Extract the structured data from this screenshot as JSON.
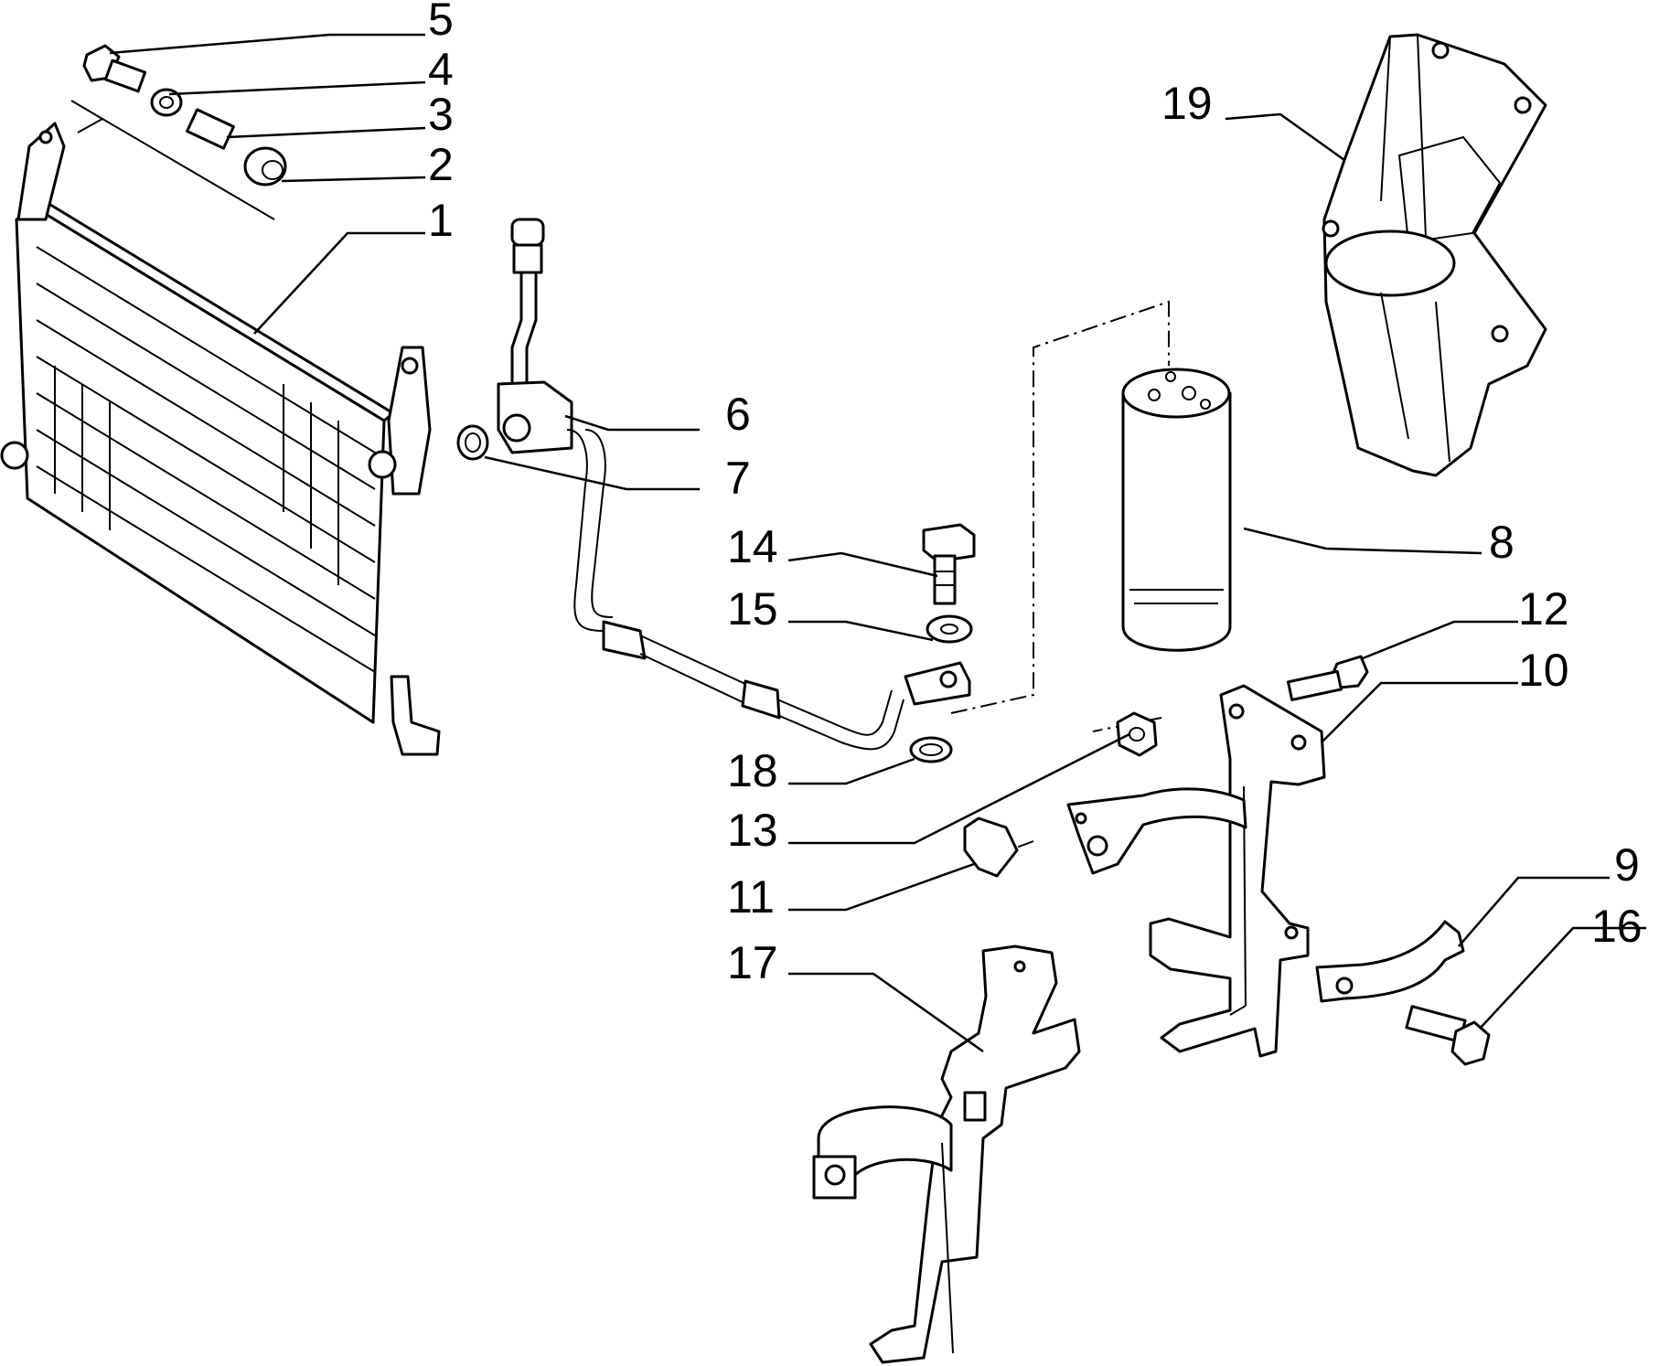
{
  "callouts": [
    {
      "id": "1",
      "text": "1"
    },
    {
      "id": "2",
      "text": "2"
    },
    {
      "id": "3",
      "text": "3"
    },
    {
      "id": "4",
      "text": "4"
    },
    {
      "id": "5",
      "text": "5"
    },
    {
      "id": "6",
      "text": "6"
    },
    {
      "id": "7",
      "text": "7"
    },
    {
      "id": "8",
      "text": "8"
    },
    {
      "id": "9",
      "text": "9"
    },
    {
      "id": "10",
      "text": "10"
    },
    {
      "id": "11",
      "text": "11"
    },
    {
      "id": "12",
      "text": "12"
    },
    {
      "id": "13",
      "text": "13"
    },
    {
      "id": "14",
      "text": "14"
    },
    {
      "id": "15",
      "text": "15"
    },
    {
      "id": "16",
      "text": "16"
    },
    {
      "id": "17",
      "text": "17"
    },
    {
      "id": "18",
      "text": "18"
    },
    {
      "id": "19",
      "text": "19"
    }
  ],
  "colors": {
    "ink": "#000000",
    "background": "#ffffff"
  }
}
